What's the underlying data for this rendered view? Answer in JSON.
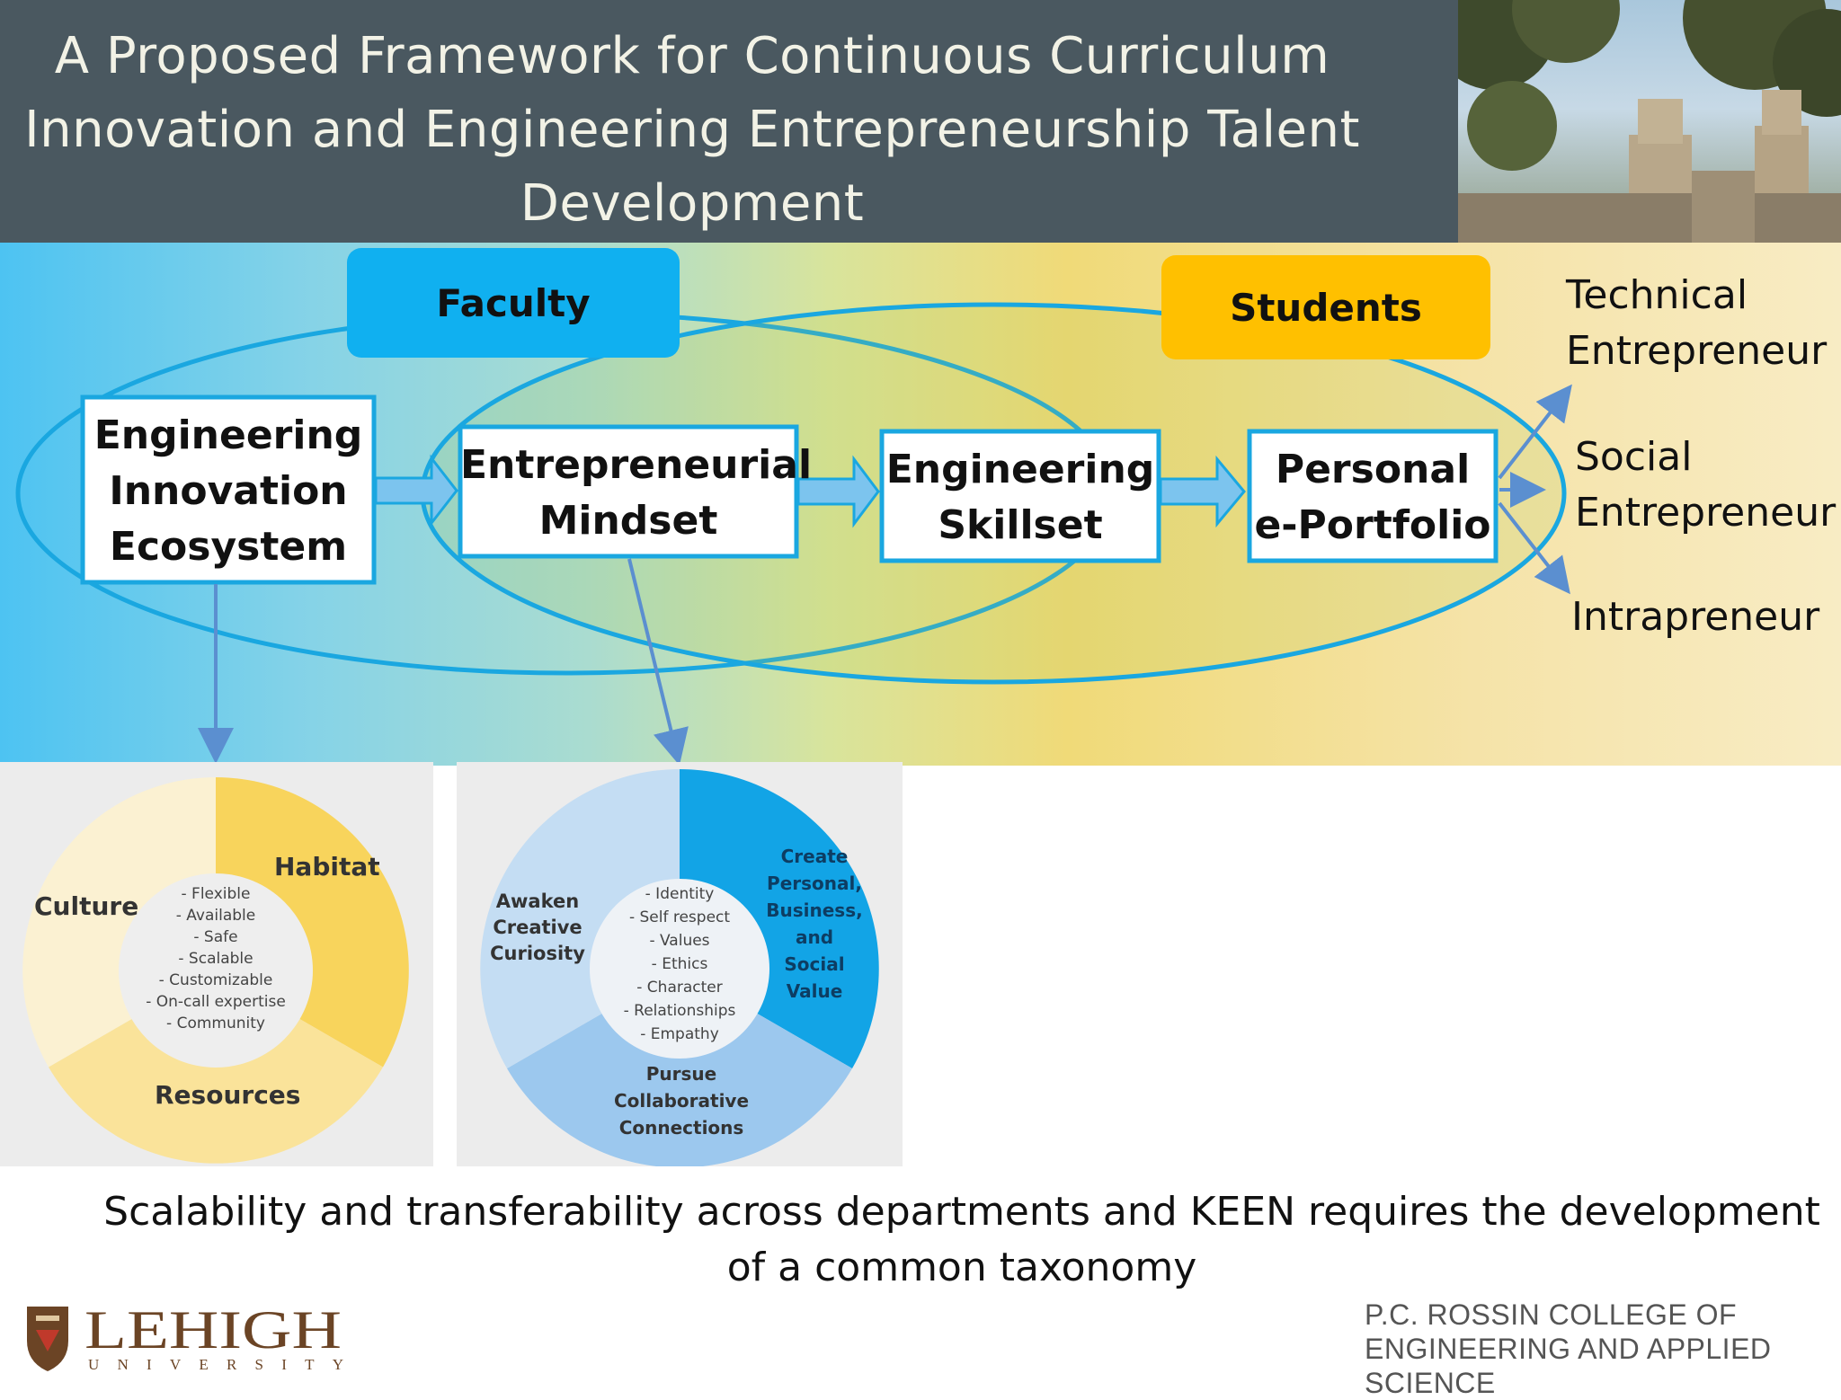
{
  "header": {
    "title": "A Proposed Framework for Continuous Curriculum Innovation and Engineering Entrepreneurship Talent Development"
  },
  "labels": {
    "faculty": "Faculty",
    "students": "Students"
  },
  "flow": {
    "box1": [
      "Engineering",
      "Innovation",
      "Ecosystem"
    ],
    "box2": [
      "Entrepreneurial",
      "Mindset"
    ],
    "box3": [
      "Engineering",
      "Skillset"
    ],
    "box4": [
      "Personal",
      "e-Portfolio"
    ]
  },
  "outcomes": {
    "technical": [
      "Technical",
      "Entrepreneur"
    ],
    "social": [
      "Social",
      "Entrepreneur"
    ],
    "intra": "Intrapreneur"
  },
  "wheel1": {
    "segments": [
      "Culture",
      "Habitat",
      "Resources"
    ],
    "center": [
      "- Flexible",
      "- Available",
      "- Safe",
      "- Scalable",
      "- Customizable",
      "- On-call expertise",
      "- Community"
    ],
    "colors": {
      "culture": "#fbf1d2",
      "habitat": "#f8d45c",
      "resources": "#fae39a"
    }
  },
  "wheel2": {
    "segments": {
      "awaken": [
        "Awaken",
        "Creative",
        "Curiosity"
      ],
      "create": [
        "Create",
        "Personal,",
        "Business,",
        "and",
        "Social",
        "Value"
      ],
      "pursue": [
        "Pursue",
        "Collaborative",
        "Connections"
      ]
    },
    "center": [
      "- Identity",
      "- Self respect",
      "- Values",
      "- Ethics",
      "- Character",
      "- Relationships",
      "- Empathy"
    ],
    "colors": {
      "awaken": "#c4ddf3",
      "create": "#12a4e6",
      "pursue": "#9cc8ee"
    }
  },
  "footnote": "Scalability and transferability across departments and KEEN requires the development of a common taxonomy",
  "logo": {
    "name": "LEHIGH",
    "sub": "UNIVERSITY"
  },
  "college": [
    "P.C. ROSSIN COLLEGE OF",
    "ENGINEERING AND APPLIED SCIENCE"
  ],
  "colors": {
    "header_bg": "#4a5860",
    "accent_blue": "#1aa7e0",
    "faculty_pill": "#10b0f0",
    "students_pill": "#ffc000",
    "arrow_blue": "#5b8fd0",
    "lehigh_brown": "#6b4425"
  }
}
